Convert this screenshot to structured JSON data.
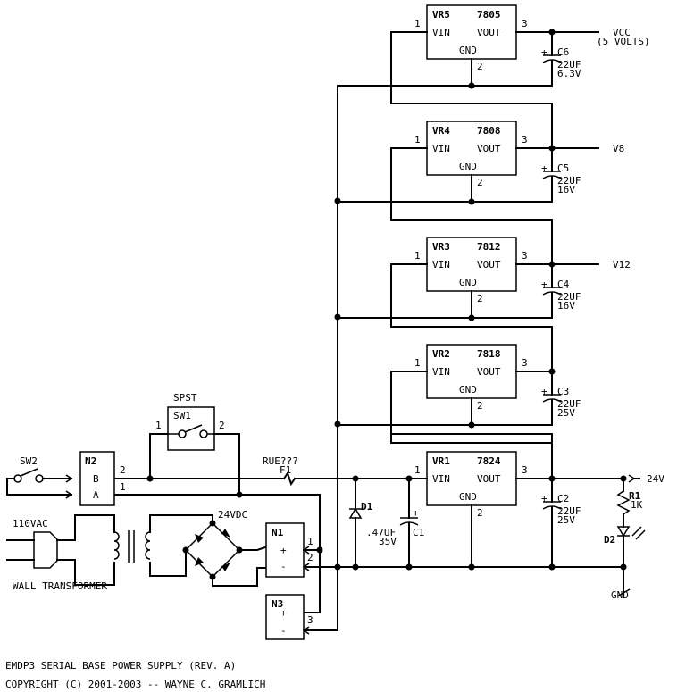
{
  "regulators": [
    {
      "ref": "VR5",
      "part": "7805",
      "out_label": "VCC",
      "out_label2": "(5 VOLTS)",
      "cap_ref": "C6",
      "cap_value": "22UF",
      "cap_voltage": "6.3V"
    },
    {
      "ref": "VR4",
      "part": "7808",
      "out_label": "V8",
      "out_label2": "",
      "cap_ref": "C5",
      "cap_value": "22UF",
      "cap_voltage": "16V"
    },
    {
      "ref": "VR3",
      "part": "7812",
      "out_label": "V12",
      "out_label2": "",
      "cap_ref": "C4",
      "cap_value": "22UF",
      "cap_voltage": "16V"
    },
    {
      "ref": "VR2",
      "part": "7818",
      "out_label": "",
      "out_label2": "",
      "cap_ref": "C3",
      "cap_value": "22UF",
      "cap_voltage": "25V"
    },
    {
      "ref": "VR1",
      "part": "7824",
      "out_label": "24V",
      "out_label2": "",
      "cap_ref": "C2",
      "cap_value": "22UF",
      "cap_voltage": "25V"
    }
  ],
  "regulator_pins": {
    "vin": "VIN",
    "vout": "VOUT",
    "gnd": "GND",
    "pin1": "1",
    "pin2": "2",
    "pin3": "3"
  },
  "switch_spst": {
    "title": "SPST",
    "ref": "SW1",
    "pin1": "1",
    "pin2": "2"
  },
  "switch_sw2": {
    "ref": "SW2"
  },
  "connector_n2": {
    "ref": "N2",
    "pin_b": "B",
    "pin_a": "A",
    "pin_2": "2",
    "pin_1": "1"
  },
  "connector_n1": {
    "ref": "N1",
    "plus": "+",
    "minus": "-",
    "pin1": "1",
    "pin2": "2"
  },
  "connector_n3": {
    "ref": "N3",
    "plus": "+",
    "minus": "-",
    "pin3": "3"
  },
  "fuse": {
    "ref": "F1",
    "note": "RUE???"
  },
  "diode_d1": {
    "ref": "D1"
  },
  "cap_c1": {
    "ref": "C1",
    "value": ".47UF",
    "voltage": "35V",
    "plus": "+"
  },
  "cap_plus": "+",
  "mains": {
    "voltage": "110VAC",
    "transformer": "WALL TRANSFORMER"
  },
  "bridge_output": "24VDC",
  "resistor_r1": {
    "ref": "R1",
    "value": "1K"
  },
  "led_d2": {
    "ref": "D2"
  },
  "ground_label": "GND",
  "footer": {
    "line1": "EMDP3 SERIAL BASE POWER SUPPLY (REV. A)",
    "line2": "COPYRIGHT (C) 2001-2003 -- WAYNE C. GRAMLICH"
  }
}
